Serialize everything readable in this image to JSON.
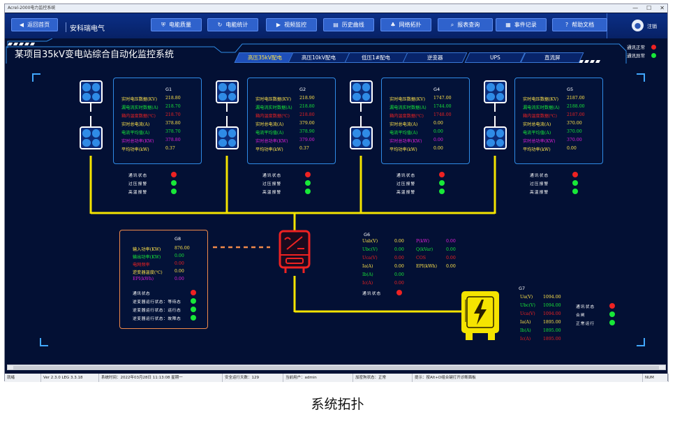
{
  "window": {
    "title": "Acrel-2000电力监控系统"
  },
  "nav": {
    "back": "返回首页",
    "brand": "安科瑞电气",
    "items": [
      {
        "label": "电能质量",
        "icon": "shield-icon"
      },
      {
        "label": "电能统计",
        "icon": "refresh-icon"
      },
      {
        "label": "视频监控",
        "icon": "video-icon"
      },
      {
        "label": "历史曲线",
        "icon": "chart-icon"
      },
      {
        "label": "网络拓扑",
        "icon": "network-icon"
      },
      {
        "label": "报表查询",
        "icon": "search-icon"
      },
      {
        "label": "事件记录",
        "icon": "document-icon"
      },
      {
        "label": "帮助文档",
        "icon": "help-icon"
      }
    ],
    "logout": "注销"
  },
  "header": {
    "title": "某项目35kV变电站综合自动化监控系统",
    "tabs": [
      "高压35kV配电",
      "高压10kV配电",
      "低压1#配电",
      "逆变器",
      "UPS",
      "直流屏"
    ],
    "legend": {
      "normal": "通讯正常",
      "abnormal": "通讯异常"
    }
  },
  "groups": [
    {
      "name": "G1",
      "rows": [
        [
          "实时电压数据(KV)",
          "218.80"
        ],
        [
          "漏电流实时数据(A)",
          "218.70"
        ],
        [
          "箱内温度数据(℃)",
          "218.70"
        ],
        [
          "实时总电流(A)",
          "378.80"
        ],
        [
          "电流平均值(A)",
          "378.70"
        ],
        [
          "实时总功率(KW)",
          "378.80"
        ],
        [
          "平均功率(kW)",
          "0.37"
        ]
      ]
    },
    {
      "name": "G2",
      "rows": [
        [
          "实时电压数据(KV)",
          "218.90"
        ],
        [
          "漏电流实时数据(A)",
          "218.80"
        ],
        [
          "箱内温度数据(℃)",
          "218.80"
        ],
        [
          "实时总电流(A)",
          "379.00"
        ],
        [
          "电流平均值(A)",
          "378.90"
        ],
        [
          "实时总功率(KW)",
          "379.00"
        ],
        [
          "平均功率(kW)",
          "0.37"
        ]
      ]
    },
    {
      "name": "G4",
      "rows": [
        [
          "实时电压数据(KV)",
          "1747.00"
        ],
        [
          "漏电流实时数据(A)",
          "1744.00"
        ],
        [
          "箱内温度数据(℃)",
          "1748.00"
        ],
        [
          "实时总电流(A)",
          "0.00"
        ],
        [
          "电流平均值(A)",
          "0.00"
        ],
        [
          "实时总功率(KW)",
          "0.00"
        ],
        [
          "平均功率(kW)",
          "0.00"
        ]
      ]
    },
    {
      "name": "G5",
      "rows": [
        [
          "实时电压数据(KV)",
          "2187.00"
        ],
        [
          "漏电流实时数据(A)",
          "2188.00"
        ],
        [
          "箱内温度数据(℃)",
          "2187.00"
        ],
        [
          "实时总电流(A)",
          "370.00"
        ],
        [
          "电流平均值(A)",
          "370.00"
        ],
        [
          "实时总功率(KW)",
          "370.00"
        ],
        [
          "平均功率(kW)",
          "0.00"
        ]
      ]
    }
  ],
  "status_labels": [
    "通讯状态",
    "过压报警",
    "高温报警"
  ],
  "g8": {
    "name": "G8",
    "rows": [
      [
        "输入功率(KW)",
        "876.00"
      ],
      [
        "输出功率(KW)",
        "0.00"
      ],
      [
        "电网频率",
        "0.00"
      ],
      [
        "逆变器温度(℃)",
        "0.00"
      ],
      [
        "EPI(kWh)",
        "0.00"
      ]
    ],
    "status": [
      "通讯状态",
      "逆变器运行状态：等待态",
      "逆变器运行状态：运行态",
      "逆变器运行状态：故障态"
    ]
  },
  "g6": {
    "name": "G6",
    "left": [
      [
        "Uab(V)",
        "0.00"
      ],
      [
        "Ubc(V)",
        "0.00"
      ],
      [
        "Uca(V)",
        "0.00"
      ],
      [
        "Ia(A)",
        "0.00"
      ],
      [
        "Ib(A)",
        "0.00"
      ],
      [
        "Ic(A)",
        "0.00"
      ]
    ],
    "right": [
      [
        "P(kW)",
        "0.00"
      ],
      [
        "Q(kVar)",
        "0.00"
      ],
      [
        "COS",
        "0.00"
      ],
      [
        "EPI(kWh)",
        "0.00"
      ]
    ],
    "status": "通讯状态"
  },
  "g7": {
    "name": "G7",
    "rows": [
      [
        "Ua(V)",
        "1094.00"
      ],
      [
        "Ubc(V)",
        "1094.00"
      ],
      [
        "Uca(V)",
        "1094.00"
      ],
      [
        "Ia(A)",
        "1895.00"
      ],
      [
        "Ib(A)",
        "1895.00"
      ],
      [
        "Ic(A)",
        "1895.00"
      ]
    ],
    "status": [
      "通讯状态",
      "合闸",
      "正常运行"
    ]
  },
  "statusbar": {
    "ready": "就绪",
    "version": "Ver 2.3.0 LEG 3.3.18",
    "time": "系统时间：2022年03月28日  11:13:08  星期一",
    "days": "安全运行天数：129",
    "user": "当前用户：admin",
    "dog": "加密狗状态：正常",
    "tip": "提示：按Alt+D组合键打开诊断面板",
    "num": "NUM"
  },
  "caption": "系统拓扑",
  "colors": {
    "green": "#18e838",
    "red": "#ee2222",
    "magenta": "#e020d8",
    "yellow": "#ffe34a",
    "wire": "#f5e400",
    "orange": "#f08a4a",
    "accent": "#2f8be6"
  }
}
